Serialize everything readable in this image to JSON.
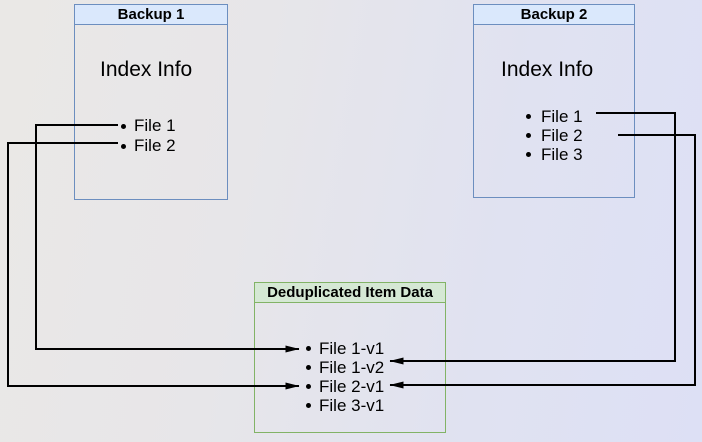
{
  "diagram": {
    "backup1": {
      "title": "Backup 1",
      "subtitle": "Index Info",
      "items": [
        "File 1",
        "File 2"
      ]
    },
    "backup2": {
      "title": "Backup 2",
      "subtitle": "Index Info",
      "items": [
        "File 1",
        "File 2",
        "File 3"
      ]
    },
    "dedup": {
      "title": "Deduplicated Item Data",
      "items": [
        "File 1-v1",
        "File 1-v2",
        "File 2-v1",
        "File 3-v1"
      ]
    },
    "connections": [
      {
        "from": "Backup 1 / File 1",
        "to": "Deduplicated Item Data / File 1-v1",
        "route": "left"
      },
      {
        "from": "Backup 1 / File 2",
        "to": "Deduplicated Item Data / File 2-v1",
        "route": "left"
      },
      {
        "from": "Backup 2 / File 1",
        "to": "Deduplicated Item Data / File 1-v2",
        "route": "right"
      },
      {
        "from": "Backup 2 / File 2",
        "to": "Deduplicated Item Data / File 2-v1",
        "route": "right"
      }
    ],
    "colors": {
      "backup_border": "#6c8ebf",
      "backup_title_fill": "#dae8fc",
      "dedup_border": "#82b366",
      "dedup_title_fill": "#d5e8d4",
      "connector": "#000000"
    }
  }
}
